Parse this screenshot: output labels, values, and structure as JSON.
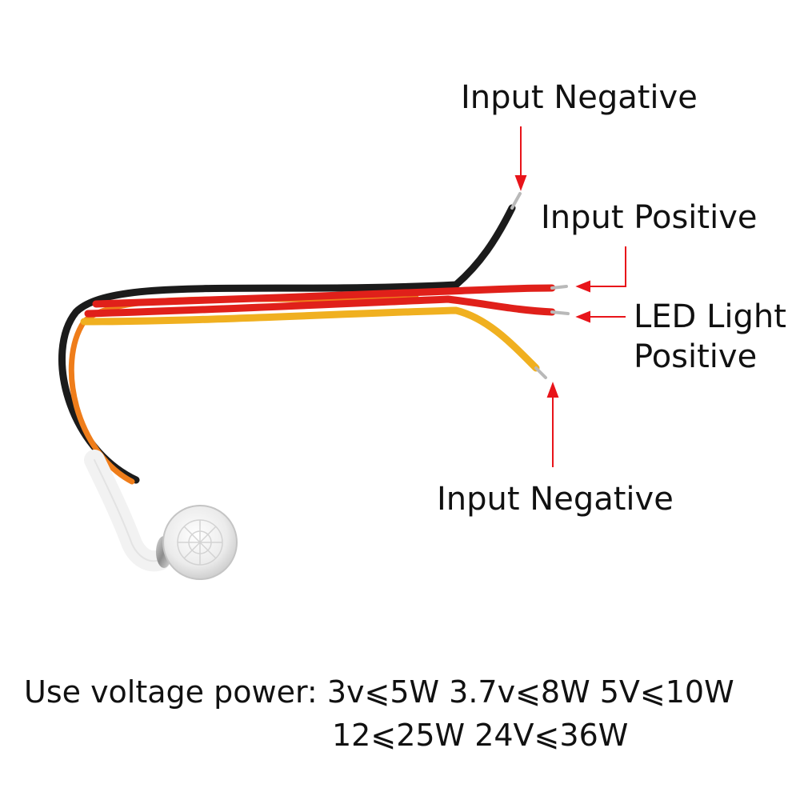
{
  "labels": {
    "top_negative": "Input Negative",
    "input_positive": "Input Positive",
    "led_line1": "LED Light",
    "led_line2": "Positive",
    "bottom_negative": "Input Negative"
  },
  "spec": {
    "line1_prefix": "Use voltage power:",
    "line1_values": "3v⩽5W 3.7v⩽8W 5V⩽10W",
    "line2": "12⩽25W 24V⩽36W"
  },
  "colors": {
    "arrow": "#e8141a",
    "wire_black": "#1b1b1b",
    "wire_red": "#e0201a",
    "wire_yellow": "#f0b020",
    "wire_orange": "#ef7d1a",
    "sensor_white": "#f4f4f4"
  }
}
